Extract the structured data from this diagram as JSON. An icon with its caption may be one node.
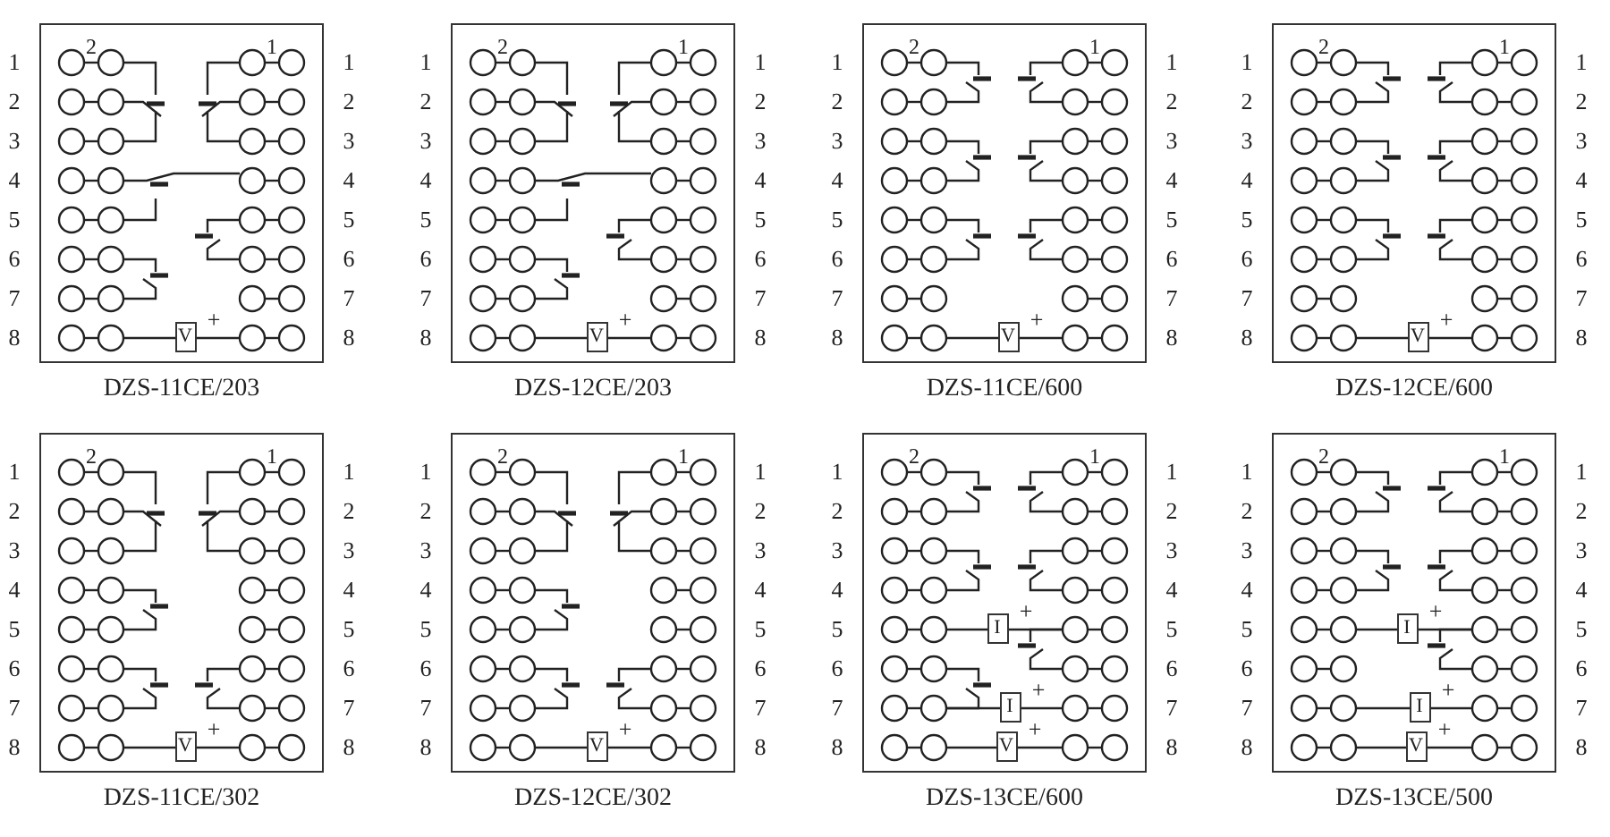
{
  "diagram": {
    "nodes": [
      {
        "text": [
          "DZS-11CE/203"
        ]
      },
      {
        "text": [
          "V"
        ],
        "in": 0,
        "beside": [
          "+"
        ]
      },
      {
        "text": [
          "DZS-12CE/203"
        ]
      },
      {
        "text": [
          "V"
        ],
        "in": 2,
        "beside": [
          "+"
        ]
      },
      {
        "text": [
          "DZS-11CE/600"
        ]
      },
      {
        "text": [
          "V"
        ],
        "in": 4,
        "beside": [
          "+"
        ]
      },
      {
        "text": [
          "DZS-12CE/600"
        ]
      },
      {
        "text": [
          "V"
        ],
        "in": 6,
        "beside": [
          "+"
        ]
      },
      {
        "text": [
          "DZS-11CE/302"
        ]
      },
      {
        "text": [
          "V"
        ],
        "in": 8,
        "beside": [
          "+"
        ]
      },
      {
        "text": [
          "DZS-12CE/302"
        ]
      },
      {
        "text": [
          "V"
        ],
        "in": 10,
        "beside": [
          "+"
        ]
      },
      {
        "text": [
          "DZS-13CE/600"
        ]
      },
      {
        "text": [
          "I"
        ],
        "in": 12,
        "beside": [
          "+"
        ]
      },
      {
        "text": [
          "I"
        ],
        "in": 12,
        "beside": [
          "+"
        ]
      },
      {
        "text": [
          "V"
        ],
        "in": 12,
        "beside": [
          "+"
        ]
      },
      {
        "text": [
          "DZS-13CE/500"
        ]
      },
      {
        "text": [
          "I"
        ],
        "in": 16,
        "beside": [
          "+"
        ]
      },
      {
        "text": [
          "I"
        ],
        "in": 16,
        "beside": [
          "+"
        ]
      },
      {
        "text": [
          "V"
        ],
        "in": 16,
        "beside": [
          "+"
        ]
      }
    ],
    "edges": [
      {
        "from": null,
        "to": 1,
        "arrow": "other"
      },
      {
        "from": 1,
        "to": null,
        "arrow": "other"
      },
      {
        "from": null,
        "to": 3,
        "arrow": "other"
      },
      {
        "from": 3,
        "to": null,
        "arrow": "other"
      },
      {
        "from": null,
        "to": 5,
        "arrow": "other"
      },
      {
        "from": 5,
        "to": null,
        "arrow": "other"
      },
      {
        "from": null,
        "to": 7,
        "arrow": "other"
      },
      {
        "from": 7,
        "to": null,
        "arrow": "other"
      },
      {
        "from": null,
        "to": 9,
        "arrow": "other"
      },
      {
        "from": 9,
        "to": null,
        "arrow": "other"
      },
      {
        "from": null,
        "to": 11,
        "arrow": "other"
      },
      {
        "from": 11,
        "to": null,
        "arrow": "other"
      },
      {
        "from": null,
        "to": 13,
        "arrow": "other"
      },
      {
        "from": 13,
        "to": null,
        "arrow": "other"
      },
      {
        "from": null,
        "to": 14,
        "arrow": "other"
      },
      {
        "from": 14,
        "to": null,
        "arrow": "other"
      },
      {
        "from": null,
        "to": 15,
        "arrow": "other"
      },
      {
        "from": 15,
        "to": null,
        "arrow": "other"
      },
      {
        "from": null,
        "to": 17,
        "arrow": "other"
      },
      {
        "from": 17,
        "to": null,
        "arrow": "other"
      },
      {
        "from": null,
        "to": 18,
        "arrow": "other"
      },
      {
        "from": 18,
        "to": null,
        "arrow": "other"
      },
      {
        "from": null,
        "to": 19,
        "arrow": "other"
      },
      {
        "from": 19,
        "to": null,
        "arrow": "other"
      }
    ],
    "labels": [
      "1",
      "2",
      "3",
      "4",
      "5",
      "6",
      "7",
      "8",
      "2",
      "1",
      "1",
      "2",
      "3",
      "4",
      "5",
      "6",
      "7",
      "8",
      "1",
      "2",
      "3",
      "4",
      "5",
      "6",
      "7",
      "8",
      "2",
      "1",
      "1",
      "2",
      "3",
      "4",
      "5",
      "6",
      "7",
      "8",
      "1",
      "2",
      "3",
      "4",
      "5",
      "6",
      "7",
      "8",
      "2",
      "1",
      "1",
      "2",
      "3",
      "4",
      "5",
      "6",
      "7",
      "8",
      "1",
      "2",
      "3",
      "4",
      "5",
      "6",
      "7",
      "8",
      "2",
      "1",
      "1",
      "2",
      "3",
      "4",
      "5",
      "6",
      "7",
      "8",
      "1",
      "2",
      "3",
      "4",
      "5",
      "6",
      "7",
      "8",
      "2",
      "1",
      "1",
      "2",
      "3",
      "4",
      "5",
      "6",
      "7",
      "8",
      "1",
      "2",
      "3",
      "4",
      "5",
      "6",
      "7",
      "8",
      "2",
      "1",
      "1",
      "2",
      "3",
      "4",
      "5",
      "6",
      "7",
      "8",
      "1",
      "2",
      "3",
      "4",
      "5",
      "6",
      "7",
      "8",
      "2",
      "1",
      "1",
      "2",
      "3",
      "4",
      "5",
      "6",
      "7",
      "8",
      "1",
      "2",
      "3",
      "4",
      "5",
      "6",
      "7",
      "8",
      "2",
      "1",
      "1",
      "2",
      "3",
      "4",
      "5",
      "6",
      "7",
      "8"
    ]
  }
}
